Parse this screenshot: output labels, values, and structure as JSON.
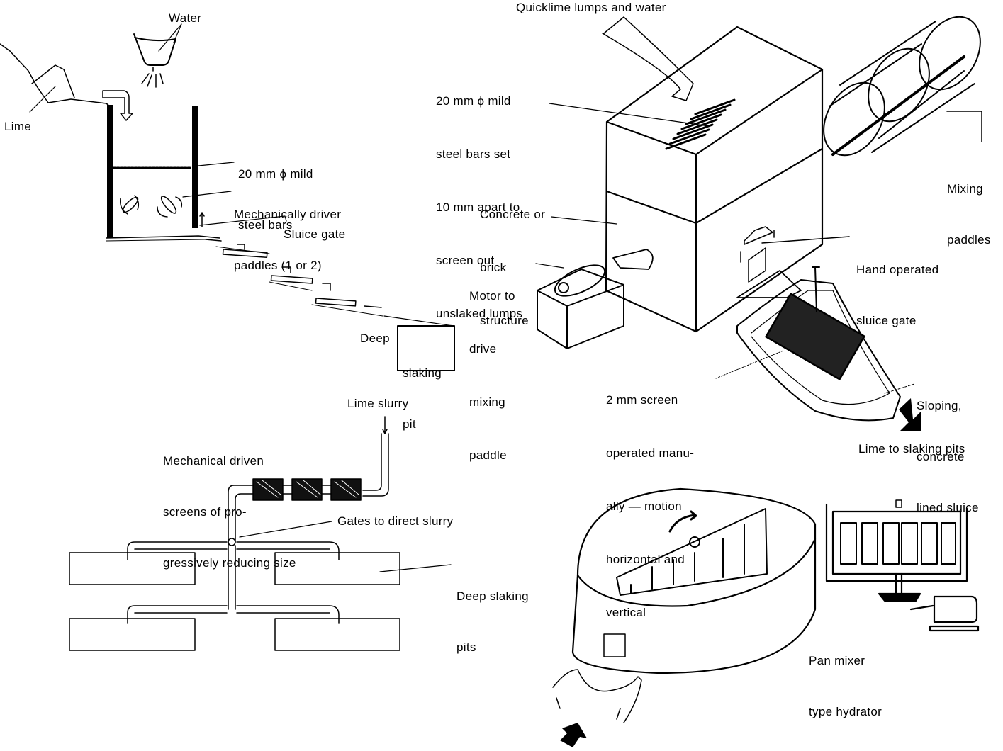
{
  "colors": {
    "ink": "#000000",
    "paper": "#ffffff"
  },
  "panels": {
    "stepped_slaker": {
      "labels": {
        "water": "Water",
        "lime": "Lime",
        "steel_bars": [
          "20 mm ϕ mild",
          "steel bars"
        ],
        "paddles": [
          "Mechanically driver",
          "paddles (1 or 2)"
        ],
        "sluice_gate": "Sluice gate",
        "deep": "Deep",
        "slaking_pit": [
          "slaking",
          "pit"
        ]
      }
    },
    "box_slaker": {
      "labels": {
        "quicklime": "Quicklime lumps and water",
        "bars": [
          "20 mm ϕ mild",
          "steel bars set",
          "10 mm apart to",
          "screen out",
          "unslaked lumps"
        ],
        "structure": [
          "Concrete or",
          "brick",
          "structure"
        ],
        "motor": [
          "Motor to",
          "drive",
          "mixing",
          "paddle"
        ],
        "mixing_paddles": [
          "Mixing",
          "paddles"
        ],
        "hand_gate": [
          "Hand operated",
          "sluice gate"
        ],
        "screen": [
          "2 mm screen",
          "operated manu-",
          "ally — motion",
          "horizontal and",
          "vertical"
        ],
        "sloping": [
          "Sloping,",
          "concrete",
          "lined sluice"
        ],
        "lime_to_pits": "Lime to slaking pits"
      }
    },
    "screen_distribution": {
      "labels": {
        "lime_slurry": "Lime slurry",
        "screens": [
          "Mechanical driven",
          "screens of pro-",
          "gressively reducing size"
        ],
        "gates": "Gates to direct slurry",
        "pits": [
          "Deep slaking",
          "pits"
        ]
      }
    },
    "pan_mixer": {
      "labels": {
        "caption": [
          "Pan mixer",
          "type hydrator"
        ]
      }
    }
  }
}
